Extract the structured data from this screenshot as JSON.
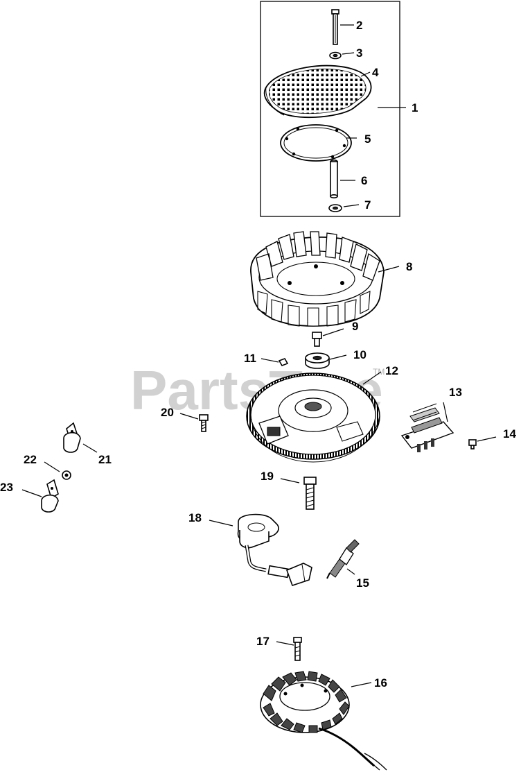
{
  "watermark": {
    "text": "PartsTree",
    "tm": "TM"
  },
  "callouts": {
    "c1": "1",
    "c2": "2",
    "c3": "3",
    "c4": "4",
    "c5": "5",
    "c6": "6",
    "c7": "7",
    "c8": "8",
    "c9": "9",
    "c10": "10",
    "c11": "11",
    "c12": "12",
    "c13": "13",
    "c14": "14",
    "c15": "15",
    "c16": "16",
    "c17": "17",
    "c18": "18",
    "c19": "19",
    "c20": "20",
    "c21": "21",
    "c22": "22",
    "c23": "23"
  }
}
